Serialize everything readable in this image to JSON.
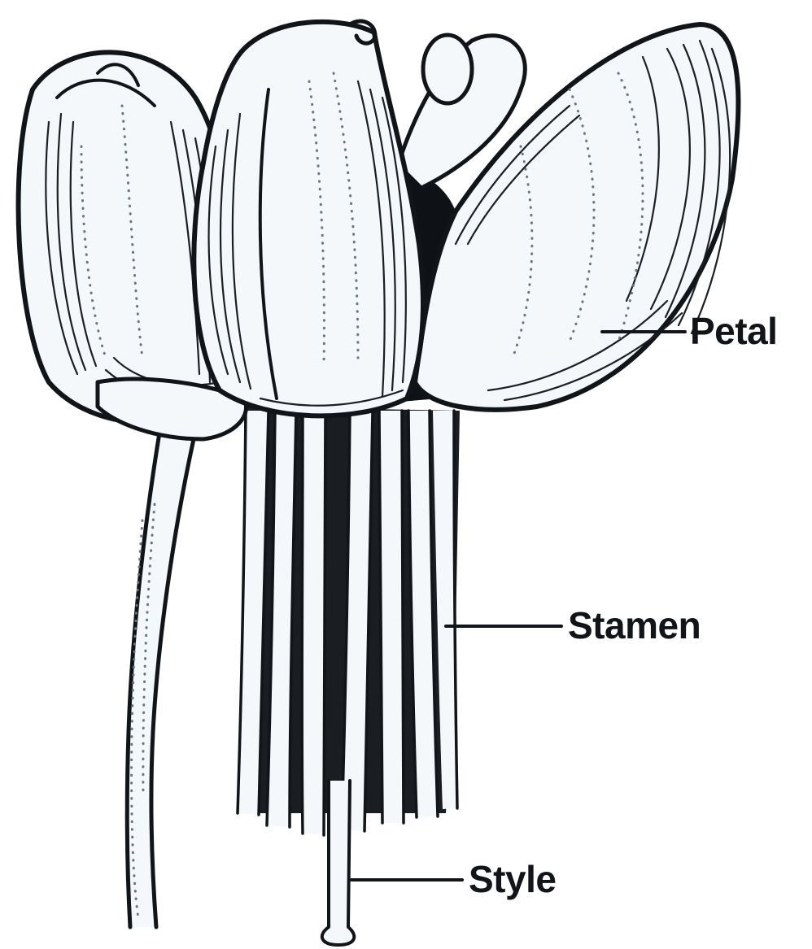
{
  "labels": {
    "petal": "Petal",
    "stamen": "Stamen",
    "style": "Style"
  },
  "colors": {
    "ink": "#111418",
    "paper": "#ffffff",
    "petal_fill": "#f4f8fb"
  }
}
